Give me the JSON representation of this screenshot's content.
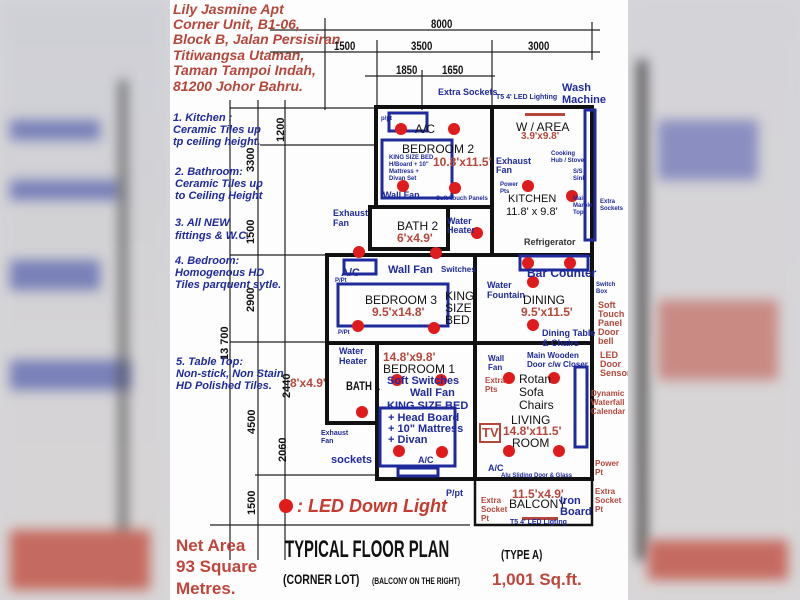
{
  "address": [
    "Lily Jasmine Apt",
    "Corner Unit, B1-06,",
    "Block B, Jalan Persisiran",
    "Titiwangsa Utaman,",
    "Taman Tampoi Indah,",
    "81200 Johor Bahru."
  ],
  "notes": [
    "1. Kitchen :",
    "Ceramic Tiles up",
    "tp ceiling height.",
    "2. Bathroom:",
    "Ceramic Tiles up",
    "to Ceiling Height",
    "3.  All NEW",
    "fittings & W.C.",
    "4.  Bedroom:",
    "Homogenous HD",
    "Tiles parquent sytle.",
    "5. Table Top:",
    "Non-stick, Non Stain",
    "HD Polished Tiles."
  ],
  "dimensions": {
    "total_width": "8000",
    "w1": "1500",
    "w2": "3500",
    "w3": "3000",
    "w4": "1850",
    "w5": "1650",
    "h1": "1200",
    "h2": "3300",
    "h3": "1500",
    "h4": "2900",
    "h_total": "13 700",
    "h5": "2440",
    "h6": "4500",
    "h7": "2060",
    "h8": "1500"
  },
  "rooms": {
    "bedroom2": {
      "name": "BEDROOM 2",
      "size": "10.8'x11.5'",
      "bed": [
        "KING SIZE BED",
        "H/Board + 10\"",
        "Mattress +",
        "Divan Set"
      ]
    },
    "warea": {
      "name": "W / AREA",
      "size": "3.9'x9.8'"
    },
    "kitchen": {
      "name": "KITCHEN",
      "size": "11.8' x 9.8'"
    },
    "bath2": {
      "name": "BATH 2",
      "size": "6'x4.9'"
    },
    "bedroom3": {
      "name": "BEDROOM 3",
      "size": "9.5'x14.8'",
      "bed": [
        "KING",
        "SIZE",
        "BED"
      ]
    },
    "dining": {
      "name": "DINING",
      "size": "9.5'x11.5'"
    },
    "bedroom1": {
      "name": "BEDROOM 1",
      "size": "14.8'x9.8'",
      "bed": [
        "KING SIZE BED",
        "+ Head Board",
        "+ 10\" Mattress",
        "+ Divan"
      ]
    },
    "bath1": {
      "name": "BATH 1",
      "size": "8'x4.9'"
    },
    "living": {
      "name": "LIVING",
      "size": "14.8'x11.5'",
      "name2": "ROOM"
    },
    "balcony": {
      "name": "BALCONY",
      "size": "11.5'x4.9'"
    }
  },
  "fixtures": {
    "extra_sockets_top": "Extra Sockets",
    "t5_top": "T5 4' LED Lighting",
    "wash": [
      "Wash",
      "Machine"
    ],
    "pp1": "p/pt",
    "ac1": "A/C",
    "wallfan1": "Wall Fan",
    "soft_touch_panels": "Soft Touch Panels",
    "exhaust_k": [
      "Exhaust",
      "Fan"
    ],
    "cooking": [
      "Cooking",
      "Hub / Stove"
    ],
    "sink": [
      "S/S",
      "Sink"
    ],
    "power_pts": [
      "Power",
      "Pts"
    ],
    "marble": [
      "Main",
      "Marble",
      "Top"
    ],
    "extra_sockets_r": [
      "Extra",
      "Sockets"
    ],
    "exhaust_b2": [
      "Exhaust",
      "Fan"
    ],
    "water_heater2": [
      "Water",
      "Heater"
    ],
    "refrigerator": "Refrigerator",
    "wallfan3": "Wall Fan",
    "switches": "Switches",
    "ac3": "A/C",
    "ppt3a": "P/Pt",
    "ppt3b": "P/Pt",
    "bar_counter": "Bar Counter",
    "switch_box": [
      "Switch",
      "Box"
    ],
    "water_fountain": [
      "Water",
      "Fountain"
    ],
    "doorbell": [
      "Soft",
      "Touch",
      "Panel",
      "Door",
      "bell"
    ],
    "dining_table": [
      "Dining Table",
      "& Chairs"
    ],
    "water_heater1": [
      "Water",
      "Heater"
    ],
    "main_door": [
      "Main Wooden",
      "Door c/w Closer"
    ],
    "wallfan_l": [
      "Wall",
      "Fan"
    ],
    "door_sensor": [
      "LED",
      "Door",
      "Sensor"
    ],
    "soft_switches": "Soft Switches",
    "extra_pts": [
      "Extra",
      "Pts"
    ],
    "sofa": [
      "Rotan",
      "Sofa",
      "Chairs"
    ],
    "wallfan1b": "Wall Fan",
    "calendar": [
      "Dynamic",
      "Waterfall",
      "Calendar"
    ],
    "exhaust_b1": [
      "Exhaust",
      "Fan"
    ],
    "tv": "TV",
    "sockets": "sockets",
    "ac_b1": "A/C",
    "ac_l": "A/C",
    "alu_door": "Alu Sliding Door & Glass",
    "power_pt": [
      "Power",
      "Pt"
    ],
    "ppt_bal": "P/pt",
    "iron_board": [
      "Iron",
      "Board"
    ],
    "extra_socket_l": [
      "Extra",
      "Socket",
      "Pt"
    ],
    "extra_socket_r": [
      "Extra",
      "Socket",
      "Pt"
    ],
    "t5_bal": "T5 4' LED Ligting"
  },
  "legend": ": LED Down Light",
  "net_area": [
    "Net Area",
    "93 Square",
    "Metres."
  ],
  "title": {
    "main": "TYPICAL  FLOOR  PLAN",
    "type": "(TYPE A)",
    "lot": "(CORNER LOT)",
    "balcony": "(BALCONY ON THE RIGHT)",
    "sqft": "1,001 Sq.ft."
  },
  "colors": {
    "led": "#e01b1b",
    "fixture_blue": "#1f2a9c",
    "annotation_red": "#b5473a",
    "wall": "#111111"
  }
}
